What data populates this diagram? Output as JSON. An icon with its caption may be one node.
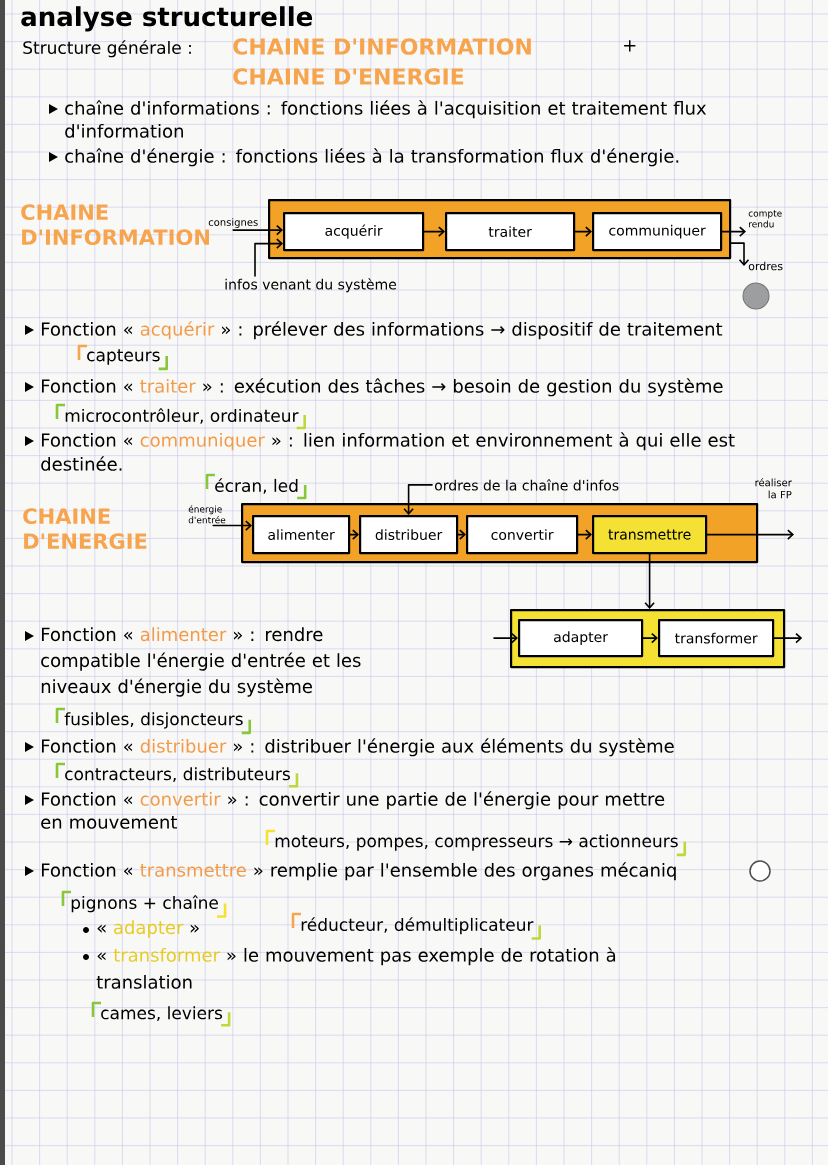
{
  "diagram": {
    "title": "analyse structurelle",
    "nodes": [
      {
        "text": [
          "CHAINE D'INFORMATION"
        ]
      },
      {
        "text": [
          "acquérir"
        ],
        "in": 0
      },
      {
        "text": [
          "traiter"
        ],
        "in": 0
      },
      {
        "text": [
          "communiquer"
        ],
        "in": 0
      },
      {
        "text": [
          "consignes"
        ]
      },
      {
        "text": [
          "infos venant du système"
        ]
      },
      {
        "text": [
          "compte rendu"
        ]
      },
      {
        "text": [
          "ordres"
        ]
      },
      {
        "text": [
          "CHAINE D'ENERGIE"
        ]
      },
      {
        "text": [
          "alimenter"
        ],
        "in": 8
      },
      {
        "text": [
          "distribuer"
        ],
        "in": 8
      },
      {
        "text": [
          "convertir"
        ],
        "in": 8
      },
      {
        "text": [
          "transmettre"
        ],
        "in": 8
      },
      {
        "text": [
          "énergie d'entrée"
        ]
      },
      {
        "text": [
          "ordres de la chaîne d'infos"
        ]
      },
      {
        "text": [
          "réaliser la FP"
        ]
      },
      {
        "text": [],
        "shape": "box"
      },
      {
        "text": [
          "adapter"
        ],
        "in": 16
      },
      {
        "text": [
          "transformer"
        ],
        "in": 16
      }
    ],
    "edges": [
      {
        "from": 4,
        "to": 1,
        "arrow": "to"
      },
      {
        "from": 5,
        "to": 1,
        "arrow": "to"
      },
      {
        "from": 1,
        "to": 2,
        "arrow": "to"
      },
      {
        "from": 2,
        "to": 3,
        "arrow": "to"
      },
      {
        "from": 3,
        "to": 6,
        "arrow": "to"
      },
      {
        "from": 0,
        "to": 7,
        "arrow": "to"
      },
      {
        "from": 13,
        "to": 9,
        "arrow": "to"
      },
      {
        "from": 14,
        "to": 10,
        "arrow": "to"
      },
      {
        "from": 9,
        "to": 10,
        "arrow": "to"
      },
      {
        "from": 10,
        "to": 11,
        "arrow": "to"
      },
      {
        "from": 11,
        "to": 12,
        "arrow": "to"
      },
      {
        "from": 12,
        "to": 15,
        "arrow": "to"
      },
      {
        "from": 12,
        "to": 16,
        "arrow": "to"
      },
      {
        "from": null,
        "to": 17,
        "arrow": "to"
      },
      {
        "from": 17,
        "to": 18,
        "arrow": "to"
      },
      {
        "from": 18,
        "to": null,
        "arrow": "to"
      }
    ],
    "labels": [
      "Structure générale :",
      "CHAINE D'INFORMATION",
      "+",
      "CHAINE D'ENERGIE",
      "chaîne d'informations : fonctions liées à l'acquisition et traitement flux d'information",
      "chaîne d'énergie : fonctions liées à la transformation flux d'énergie.",
      "Fonction «",
      "acquérir",
      "» : prélever des informations → dispositif de traitement",
      "capteurs",
      "Fonction «",
      "traiter",
      "» : exécution des tâches → besoin de gestion du système",
      "microcontrôleur, ordinateur",
      "Fonction «",
      "communiquer",
      "» : lien information et environnement à qui elle est destinée.",
      "écran, led",
      "Fonction «",
      "alimenter",
      "» : rendre compatible l'énergie d'entrée et les niveaux d'énergie du système",
      "fusibles, disjoncteurs",
      "Fonction «",
      "distribuer",
      "» : distribuer l'énergie aux éléments du système",
      "contracteurs, distributeurs",
      "Fonction «",
      "convertir",
      "» : convertir une partie de l'énergie pour mettre en mouvement",
      "moteurs, pompes, compresseurs → actionneurs",
      "Fonction «",
      "transmettre",
      "» remplie par l'ensemble des organes mécaniq",
      "pignons + chaîne",
      "«",
      "adapter",
      "»",
      "réducteur, démultiplicateur",
      "«",
      "transformer",
      "» le mouvement pas exemple de rotation à translation",
      "cames, leviers"
    ]
  }
}
